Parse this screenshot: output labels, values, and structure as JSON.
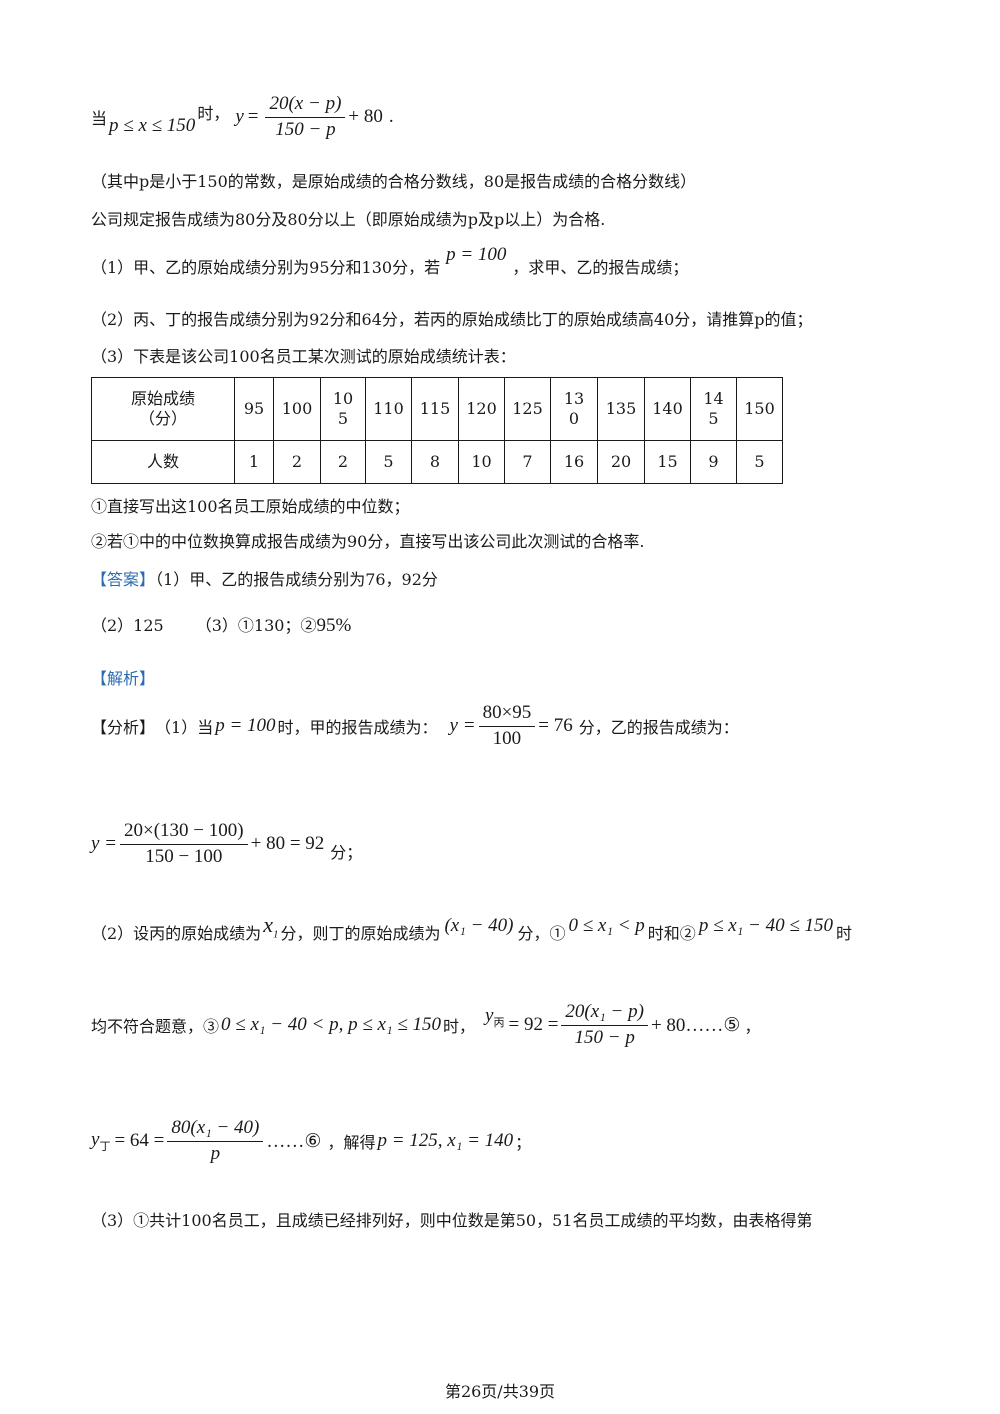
{
  "condition": {
    "prefix": "当",
    "range": "p ≤ x ≤ 150",
    "time_word": "时，",
    "y": "y",
    "eq": "=",
    "num": "20(x − p)",
    "den": "150 − p",
    "plus80": "+ 80",
    "period": "."
  },
  "note": "（其中p是小于150的常数，是原始成绩的合格分数线，80是报告成绩的合格分数线）",
  "rule": "公司规定报告成绩为80分及80分以上（即原始成绩为p及p以上）为合格.",
  "q1": {
    "text_a": "（1）甲、乙的原始成绩分别为95分和130分，若",
    "math": "p = 100",
    "text_b": "，求甲、乙的报告成绩；"
  },
  "q2": "（2）丙、丁的报告成绩分别为92分和64分，若丙的原始成绩比丁的原始成绩高40分，请推算p的值；",
  "q3": "（3）下表是该公司100名员工某次测试的原始成绩统计表：",
  "table": {
    "header_label": [
      "原始成绩",
      "（分）"
    ],
    "scores": [
      [
        "95"
      ],
      [
        "100"
      ],
      [
        "10",
        "5"
      ],
      [
        "110"
      ],
      [
        "115"
      ],
      [
        "120"
      ],
      [
        "125"
      ],
      [
        "13",
        "0"
      ],
      [
        "135"
      ],
      [
        "140"
      ],
      [
        "14",
        "5"
      ],
      [
        "150"
      ]
    ],
    "count_label": "人数",
    "counts": [
      "1",
      "2",
      "2",
      "5",
      "8",
      "10",
      "7",
      "16",
      "20",
      "15",
      "9",
      "5"
    ]
  },
  "sub1": "①直接写出这100名员工原始成绩的中位数；",
  "sub2": "②若①中的中位数换算成报告成绩为90分，直接写出该公司此次测试的合格率.",
  "answer": {
    "label": "【答案】",
    "line1": "（1）甲、乙的报告成绩分别为76，92分",
    "line2a": "（2）125",
    "line2b": "（3）①130；②",
    "line2c": "95%"
  },
  "analysis_label": "【解析】",
  "fenxi": {
    "label": "【分析】",
    "t1": "（1）当",
    "m1": "p = 100",
    "t2": "时，甲的报告成绩为：",
    "y": "y =",
    "num": "80×95",
    "den": "100",
    "res": "= 76",
    "t3": "分，乙的报告成绩为："
  },
  "eq_yi": {
    "y": "y =",
    "num": "20×(130 − 100)",
    "den": "150 − 100",
    "res": "+ 80 = 92",
    "unit": "分；"
  },
  "p2": {
    "t1": "（2）设丙的原始成绩为",
    "x1": "x",
    "t2": "分，则丁的原始成绩为",
    "m1": "(x₁ − 40)",
    "t3": "分，①",
    "m2": "0 ≤ x₁ < p",
    "t4": "时和②",
    "m3": "p ≤ x₁ − 40 ≤ 150",
    "t5": "时"
  },
  "p3": {
    "t1": "均不符合题意，③",
    "m1": "0 ≤ x₁ − 40 < p, p ≤ x₁ ≤ 150",
    "t2": "时，",
    "y": "y",
    "ysub": "丙",
    "eq": "= 92 =",
    "num": "20(x₁ − p)",
    "den": "150 − p",
    "tail": "+ 80……⑤",
    "comma": "，"
  },
  "p4": {
    "y": "y",
    "ysub": "丁",
    "eq": "= 64 =",
    "num": "80(x₁ − 40)",
    "den": "p",
    "tail": "……⑥",
    "t1": "，解得",
    "m1": "p = 125, x₁ = 140",
    "t2": "；"
  },
  "p5": "（3）①共计100名员工，且成绩已经排列好，则中位数是第50，51名员工成绩的平均数，由表格得第",
  "footer": "第26页/共39页"
}
